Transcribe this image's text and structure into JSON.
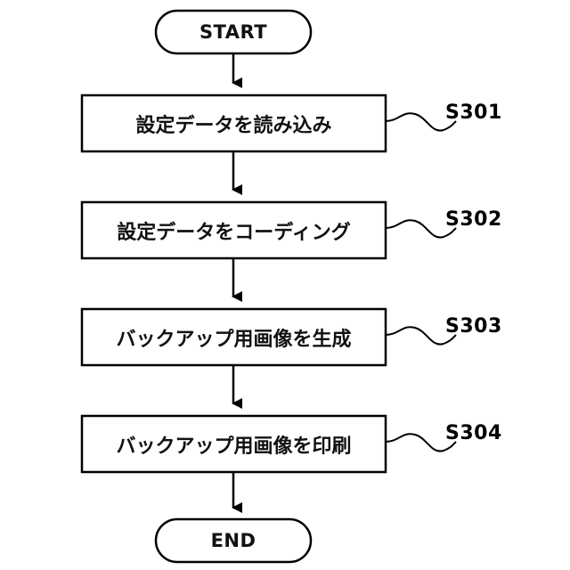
{
  "flowchart": {
    "start_label": "START",
    "end_label": "END",
    "steps": [
      {
        "text": "設定データを読み込み",
        "label": "S301"
      },
      {
        "text": "設定データをコーディング",
        "label": "S302"
      },
      {
        "text": "バックアップ用画像を生成",
        "label": "S303"
      },
      {
        "text": "バックアップ用画像を印刷",
        "label": "S304"
      }
    ]
  }
}
